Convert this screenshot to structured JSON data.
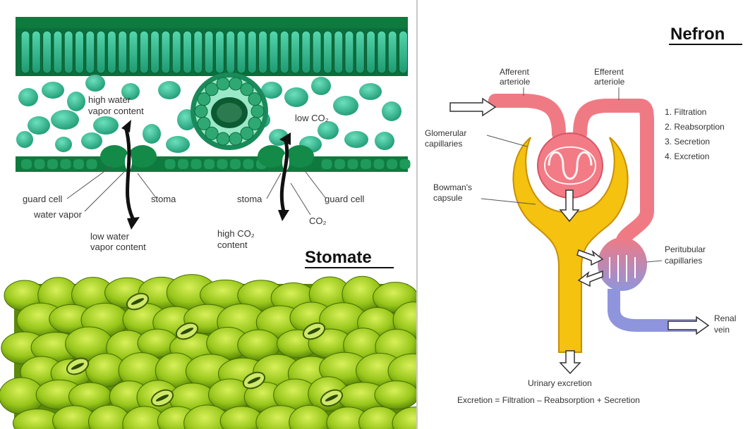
{
  "stomate": {
    "labels": {
      "high_water_vapor": [
        "high water",
        "vapor content"
      ],
      "low_co2": "low CO₂",
      "guard_cell_left": "guard cell",
      "water_vapor": "water vapor",
      "stoma_left": "stoma",
      "low_water_vapor": [
        "low water",
        "vapor content"
      ],
      "stoma_right": "stoma",
      "guard_cell_right": "guard cell",
      "co2": "CO₂",
      "high_co2": [
        "high CO₂",
        "content"
      ]
    },
    "title": "Stomate"
  },
  "nefron": {
    "title": "Nefron",
    "labels": {
      "afferent": [
        "Afferent",
        "arteriole"
      ],
      "efferent": [
        "Efferent",
        "arteriole"
      ],
      "glomerular": [
        "Glomerular",
        "capillaries"
      ],
      "bowmans": [
        "Bowman's",
        "capsule"
      ],
      "peritubular": [
        "Peritubular",
        "capillaries"
      ],
      "renal_vein": [
        "Renal",
        "vein"
      ],
      "urinary": "Urinary excretion",
      "equation": "Excretion = Filtration – Reabsorption + Secretion"
    },
    "steps": [
      "1. Filtration",
      "2. Reabsorption",
      "3. Secretion",
      "4. Excretion"
    ]
  },
  "colors": {
    "leaf_teal": "#2fbf93",
    "leaf_dark": "#1e8f6a",
    "epidermis_green": "#0f7a3e",
    "tubule_yellow": "#f4c20f",
    "artery_red": "#f07a84",
    "vein_blue": "#8f95dc",
    "surface_green": "#9ccc1a"
  }
}
